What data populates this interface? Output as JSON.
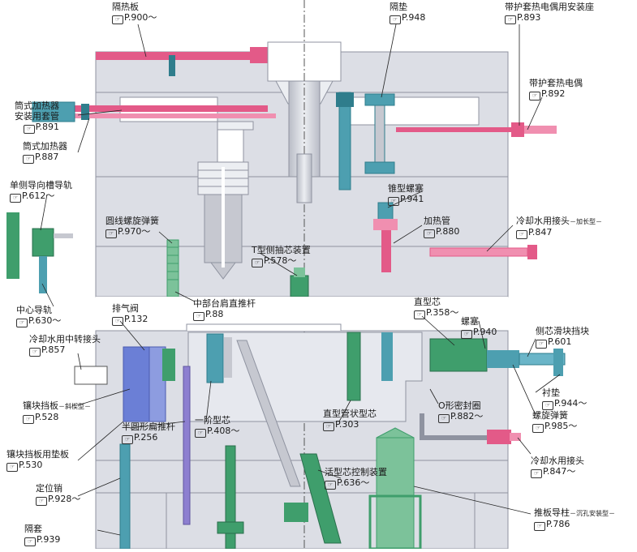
{
  "icon": "hand-pointer-icon",
  "labels": [
    {
      "id": "insulation-plate",
      "title": "隔热板",
      "ref": "P.900～"
    },
    {
      "id": "spacer",
      "title": "隔垫",
      "ref": "P.948"
    },
    {
      "id": "thermocouple-mount",
      "title": "带护套热电偶用安装座",
      "ref": "P.893"
    },
    {
      "id": "sheathed-thermocouple",
      "title": "带护套热电偶",
      "ref": "P.892"
    },
    {
      "id": "cartridge-heater-sleeve",
      "title": "筒式加热器\n安装用套管",
      "ref": "P.891"
    },
    {
      "id": "cartridge-heater",
      "title": "筒式加热器",
      "ref": "P.887"
    },
    {
      "id": "single-side-guide",
      "title": "单侧导向槽导轨",
      "ref": "P.612～"
    },
    {
      "id": "taper-plug",
      "title": "锥型螺塞",
      "ref": "P.941"
    },
    {
      "id": "coil-spring",
      "title": "圆线螺旋弹簧",
      "ref": "P.970～"
    },
    {
      "id": "heating-tube",
      "title": "加热管",
      "ref": "P.880"
    },
    {
      "id": "cooling-extended",
      "title": "冷却水用接头",
      "title_suffix": "－加长型－",
      "ref": "P.847"
    },
    {
      "id": "t-slide-core",
      "title": "T型侧抽芯装置",
      "ref": "P.578～"
    },
    {
      "id": "middle-ejector",
      "title": "中部台肩直推杆",
      "ref": "P.88"
    },
    {
      "id": "center-guide",
      "title": "中心导轨",
      "ref": "P.630～"
    },
    {
      "id": "vent-valve",
      "title": "排气阀",
      "ref": "P.132"
    },
    {
      "id": "straight-core",
      "title": "直型芯",
      "ref": "P.358～"
    },
    {
      "id": "screw-plug",
      "title": "螺塞",
      "ref": "P.940"
    },
    {
      "id": "slide-stopper",
      "title": "侧芯滑块挡块",
      "ref": "P.601"
    },
    {
      "id": "cooling-relay",
      "title": "冷却水用中转接头",
      "ref": "P.857"
    },
    {
      "id": "washer",
      "title": "衬垫",
      "ref": "P.944～"
    },
    {
      "id": "o-ring",
      "title": "O形密封圈",
      "ref": "P.882～"
    },
    {
      "id": "spiral-spring",
      "title": "螺旋弹簧",
      "ref": "P.985～"
    },
    {
      "id": "insert-stopper",
      "title": "镶块挡板",
      "title_suffix": "－斜楔型－",
      "ref": "P.528"
    },
    {
      "id": "half-round-ejector",
      "title": "半圆形扁推杆",
      "ref": "P.256"
    },
    {
      "id": "stepped-core",
      "title": "一阶型芯",
      "ref": "P.408～"
    },
    {
      "id": "straight-tube-core",
      "title": "直型管状型芯",
      "ref": "P.303"
    },
    {
      "id": "insert-stopper-pad",
      "title": "镶块挡板用垫板",
      "ref": "P.530"
    },
    {
      "id": "cooling-joint",
      "title": "冷却水用接头",
      "ref": "P.847～"
    },
    {
      "id": "lifter-control",
      "title": "活型芯控制装置",
      "ref": "P.636～"
    },
    {
      "id": "locating-pin",
      "title": "定位销",
      "ref": "P.928～"
    },
    {
      "id": "ejector-guide-pillar",
      "title": "推板导柱",
      "title_suffix": "－沉孔安装型－",
      "ref": "P.786"
    },
    {
      "id": "spacer-sleeve",
      "title": "隔套",
      "ref": "P.939"
    }
  ],
  "colors": {
    "plate": "#dcdee5",
    "plate_edge": "#8f93a0",
    "steel": "#c6c8d0",
    "pink": "#e35a88",
    "teal": "#4d9fb0",
    "teal_dark": "#2f7d8c",
    "green": "#3f9e6c",
    "green_light": "#7cc29a",
    "blue": "#6b7fd6",
    "purple": "#8d7fd0",
    "leader": "#222222"
  }
}
